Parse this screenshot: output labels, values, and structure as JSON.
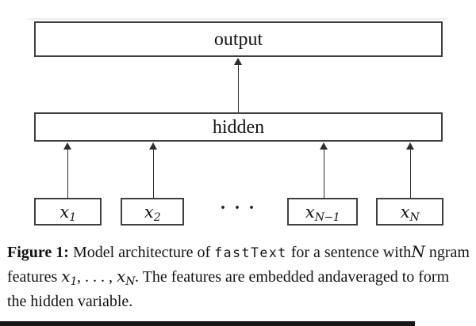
{
  "diagram": {
    "output_label": "output",
    "hidden_label": "hidden",
    "dots": "· · ·",
    "inputs": [
      {
        "base": "x",
        "sub": "1"
      },
      {
        "base": "x",
        "sub": "2"
      },
      {
        "base": "x",
        "sub": "N−1"
      },
      {
        "base": "x",
        "sub": "N"
      }
    ]
  },
  "caption": {
    "figure_label": "Figure 1:",
    "line1_text1": " Model architecture of ",
    "line1_code": "fastText",
    "line1_text2": " for a sentence with",
    "line2_N": "N",
    "line2_text1": " ngram features ",
    "line2_x1_base": "x",
    "line2_x1_sub": "1",
    "line2_dots": ", . . . , ",
    "line2_xN_base": "x",
    "line2_xN_sub": "N",
    "line2_text2": ". The features are embedded and",
    "line3_text": "averaged to form the hidden variable."
  },
  "colors": {
    "box_border": "#3f3f3f",
    "arrow": "#2e2e2e",
    "text": "#141414",
    "bottom_bar": "#161616"
  }
}
